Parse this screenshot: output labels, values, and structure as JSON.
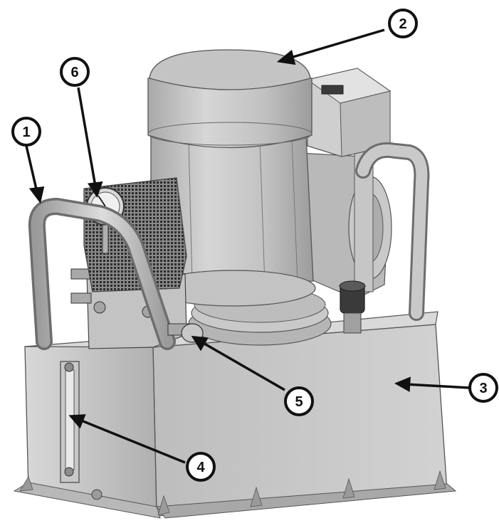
{
  "callouts": [
    {
      "id": "1",
      "label": "1"
    },
    {
      "id": "2",
      "label": "2"
    },
    {
      "id": "3",
      "label": "3"
    },
    {
      "id": "4",
      "label": "4"
    },
    {
      "id": "5",
      "label": "5"
    },
    {
      "id": "6",
      "label": "6"
    }
  ],
  "colors": {
    "metal_light": "#cfcfcf",
    "metal_mid": "#b4b4b4",
    "metal_dark": "#8f8f8f",
    "edge": "#444444",
    "callout_stroke": "#111111"
  }
}
